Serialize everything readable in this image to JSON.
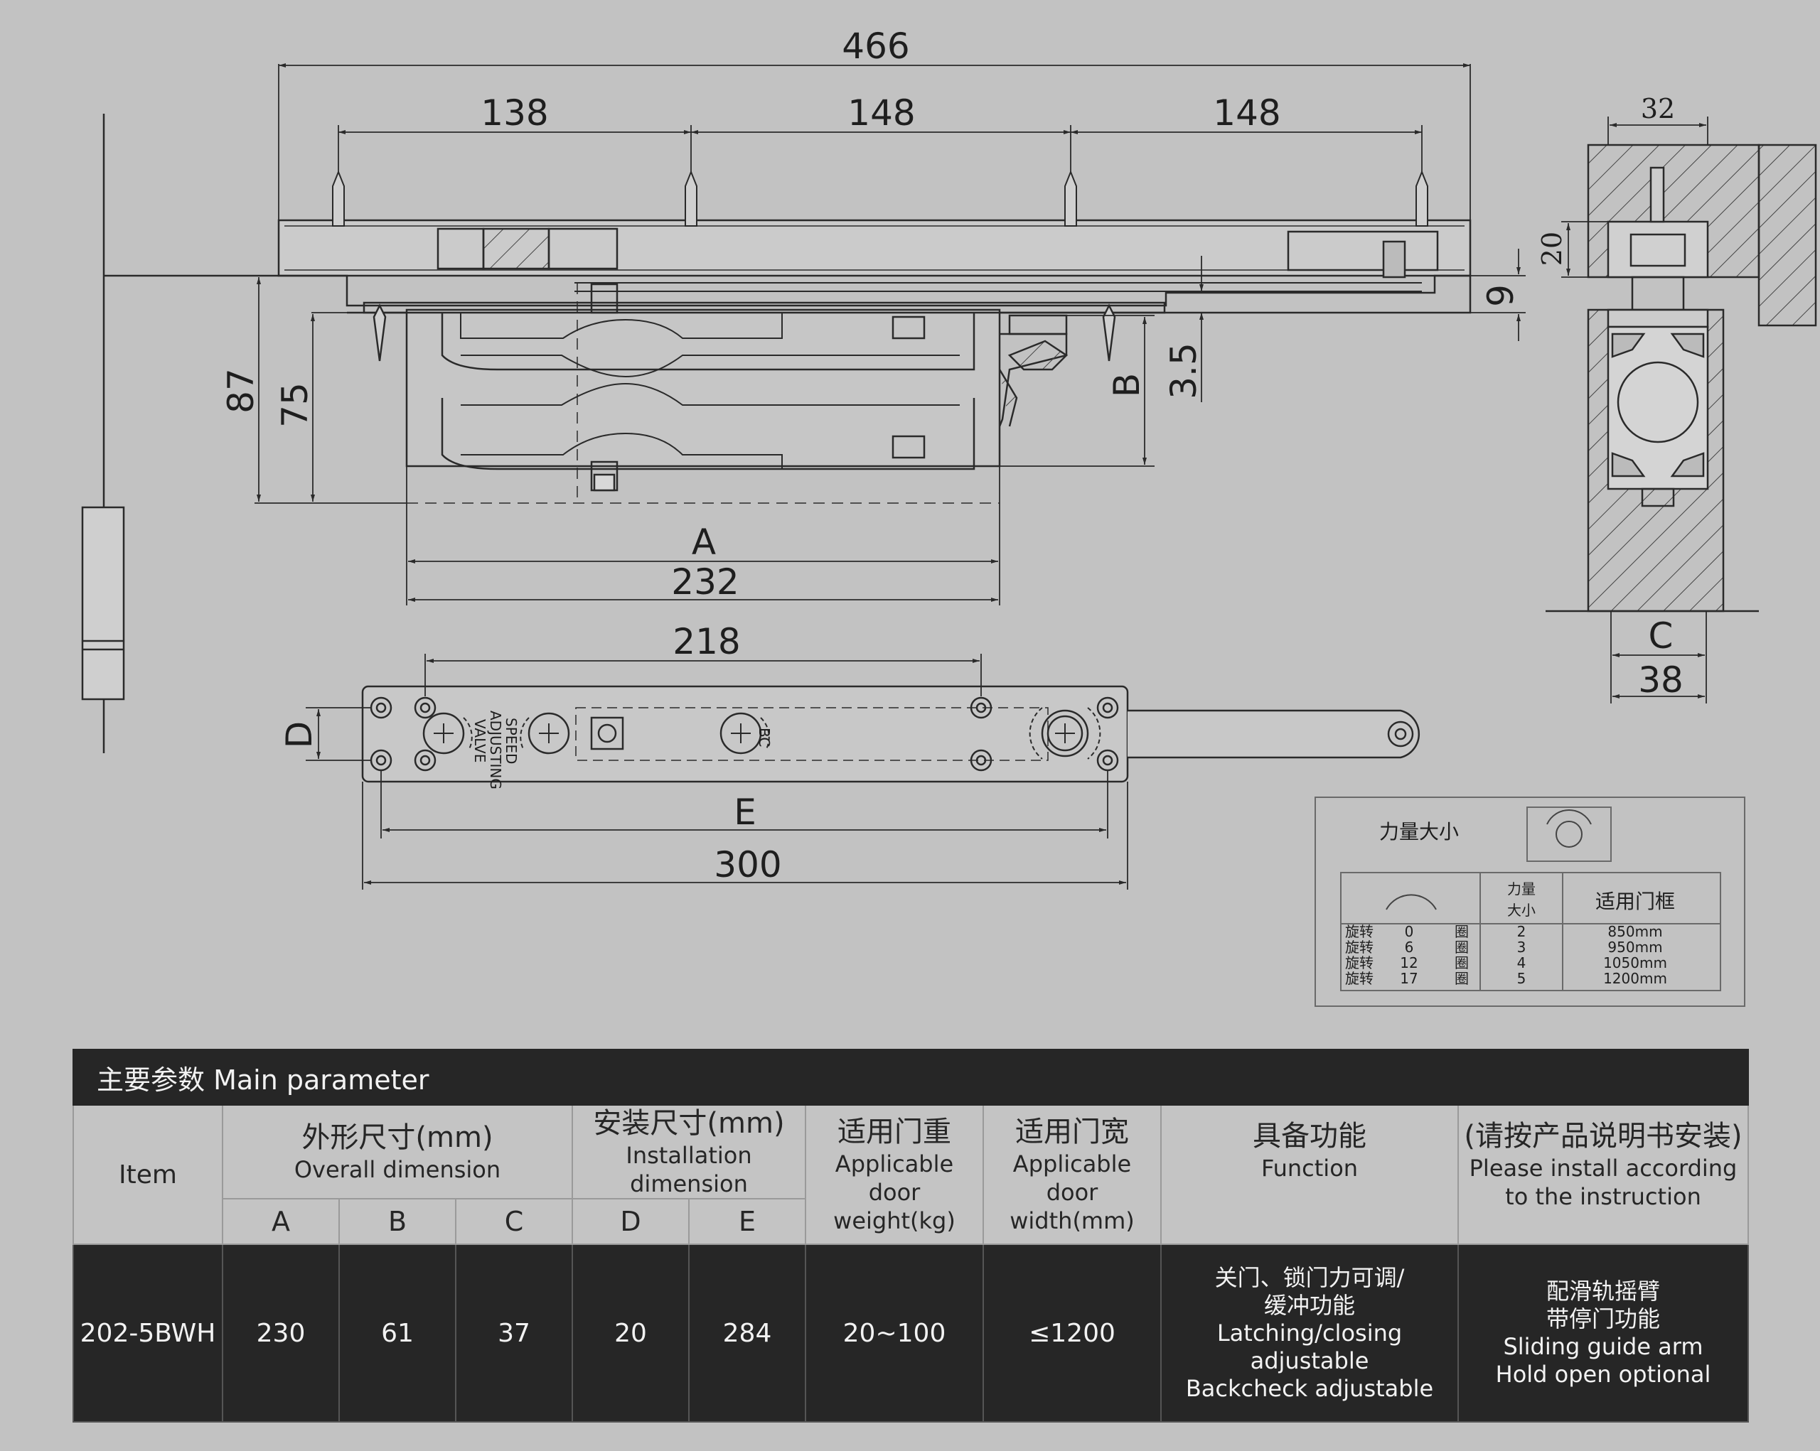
{
  "drawing": {
    "top_dims": [
      "466",
      "138",
      "148",
      "148"
    ],
    "right_dims": [
      "9",
      "3.5"
    ],
    "letters": {
      "B": "B",
      "A": "A",
      "C": "C",
      "D": "D",
      "E": "E"
    },
    "left_dims": [
      "87",
      "75"
    ],
    "bottom_dims": [
      "232",
      "218",
      "300"
    ],
    "side_dims": [
      "32",
      "20",
      "38"
    ],
    "plate_label": [
      "SPEED",
      "ADJUSTING",
      "VALVE"
    ],
    "bc_label": "BC"
  },
  "force_box": {
    "title": "力量大小",
    "col_force": [
      "力量",
      "大小"
    ],
    "col_frame": "适用门框",
    "rows": [
      {
        "rot": "旋转",
        "turns": "0",
        "unit": "圈",
        "force": "2",
        "frame": "850mm"
      },
      {
        "rot": "旋转",
        "turns": "6",
        "unit": "圈",
        "force": "3",
        "frame": "950mm"
      },
      {
        "rot": "旋转",
        "turns": "12",
        "unit": "圈",
        "force": "4",
        "frame": "1050mm"
      },
      {
        "rot": "旋转",
        "turns": "17",
        "unit": "圈",
        "force": "5",
        "frame": "1200mm"
      }
    ]
  },
  "table": {
    "title": "主要参数 Main parameter",
    "item": "Item",
    "overall_zh": "外形尺寸(mm)",
    "overall_en": "Overall dimension",
    "install_zh": "安装尺寸(mm)",
    "install_en": "Installation dimension",
    "weight_zh": "适用门重",
    "weight_en": [
      "Applicable door",
      "weight(kg)"
    ],
    "width_zh": "适用门宽",
    "width_en": [
      "Applicable door",
      "width(mm)"
    ],
    "function_zh": "具备功能",
    "function_en": "Function",
    "note_zh": "(请按产品说明书安装)",
    "note_en": [
      "Please install according",
      "to the instruction"
    ],
    "letters": [
      "A",
      "B",
      "C",
      "D",
      "E"
    ],
    "row": {
      "model": "202-5BWH",
      "A": "230",
      "B": "61",
      "C": "37",
      "D": "20",
      "E": "284",
      "weight": "20~100",
      "width": "≤1200",
      "function": [
        "关门、锁门力可调/",
        "缓冲功能",
        "Latching/closing",
        "adjustable",
        "Backcheck adjustable"
      ],
      "extra": [
        "配滑轨摇臂",
        "带停门功能",
        "Sliding guide arm",
        "Hold open optional"
      ]
    }
  }
}
